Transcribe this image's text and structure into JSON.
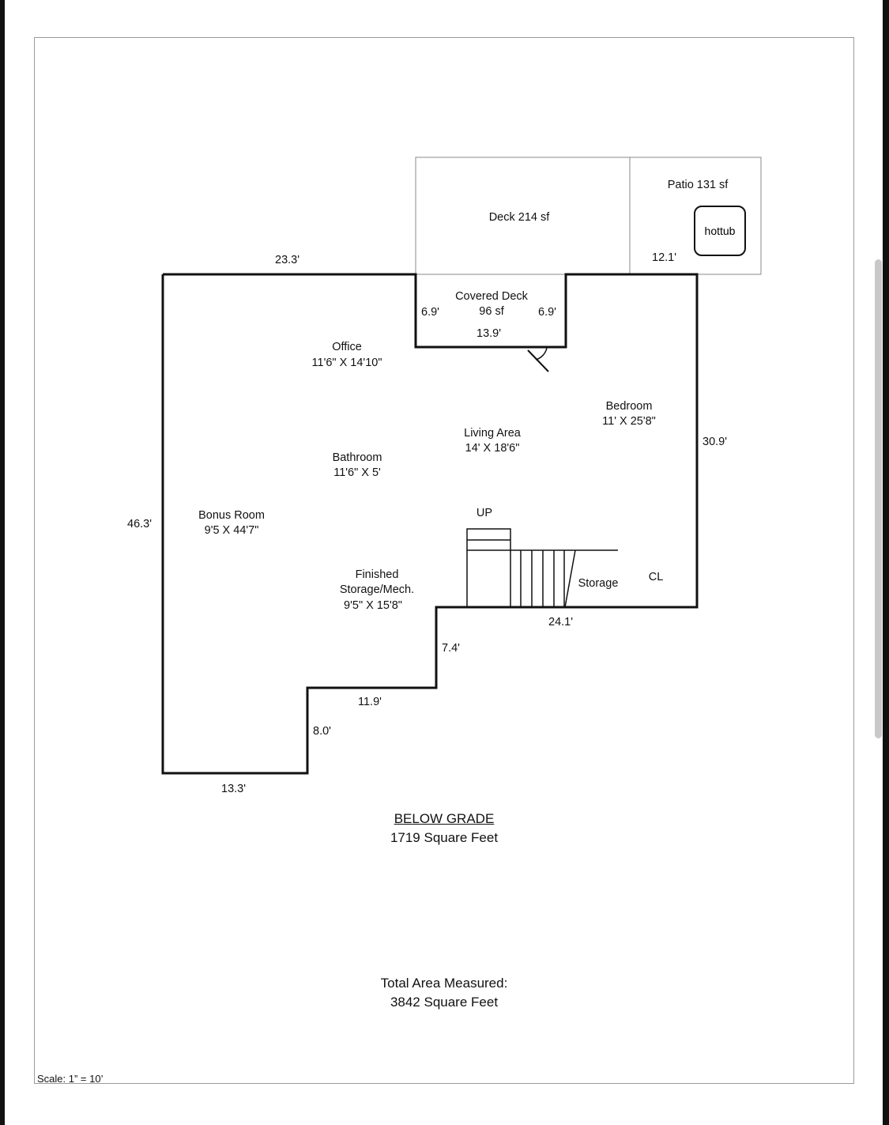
{
  "rooms": {
    "deck": "Deck 214 sf",
    "patio": "Patio 131 sf",
    "hottub": "hottub",
    "covered_deck_name": "Covered Deck",
    "covered_deck_area": "96 sf",
    "office_name": "Office",
    "office_size": "11'6\" X 14'10\"",
    "living_name": "Living Area",
    "living_size": "14' X 18'6\"",
    "bedroom_name": "Bedroom",
    "bedroom_size": "11' X 25'8\"",
    "bathroom_name": "Bathroom",
    "bathroom_size": "11'6\" X 5'",
    "bonus_name": "Bonus Room",
    "bonus_size": "9'5 X 44'7\"",
    "finished_line1": "Finished",
    "finished_line2": "Storage/Mech.",
    "finished_size": "9'5\" X 15'8\"",
    "up": "UP",
    "storage": "Storage",
    "closet": "CL"
  },
  "dimensions": {
    "top_left": "23.3'",
    "deck_left": "6.9'",
    "deck_right": "6.9'",
    "deck_bottom": "13.9'",
    "top_right": "12.1'",
    "right": "30.9'",
    "left": "46.3'",
    "step_bottom": "24.1'",
    "step_vert": "7.4'",
    "step_mid": "11.9'",
    "step_small": "8.0'",
    "bottom": "13.3'"
  },
  "footer": {
    "grade_title": "BELOW GRADE",
    "grade_area": "1719 Square Feet",
    "total_title": "Total Area Measured:",
    "total_area": "3842 Square Feet"
  },
  "scale": "Scale: 1” = 10’"
}
